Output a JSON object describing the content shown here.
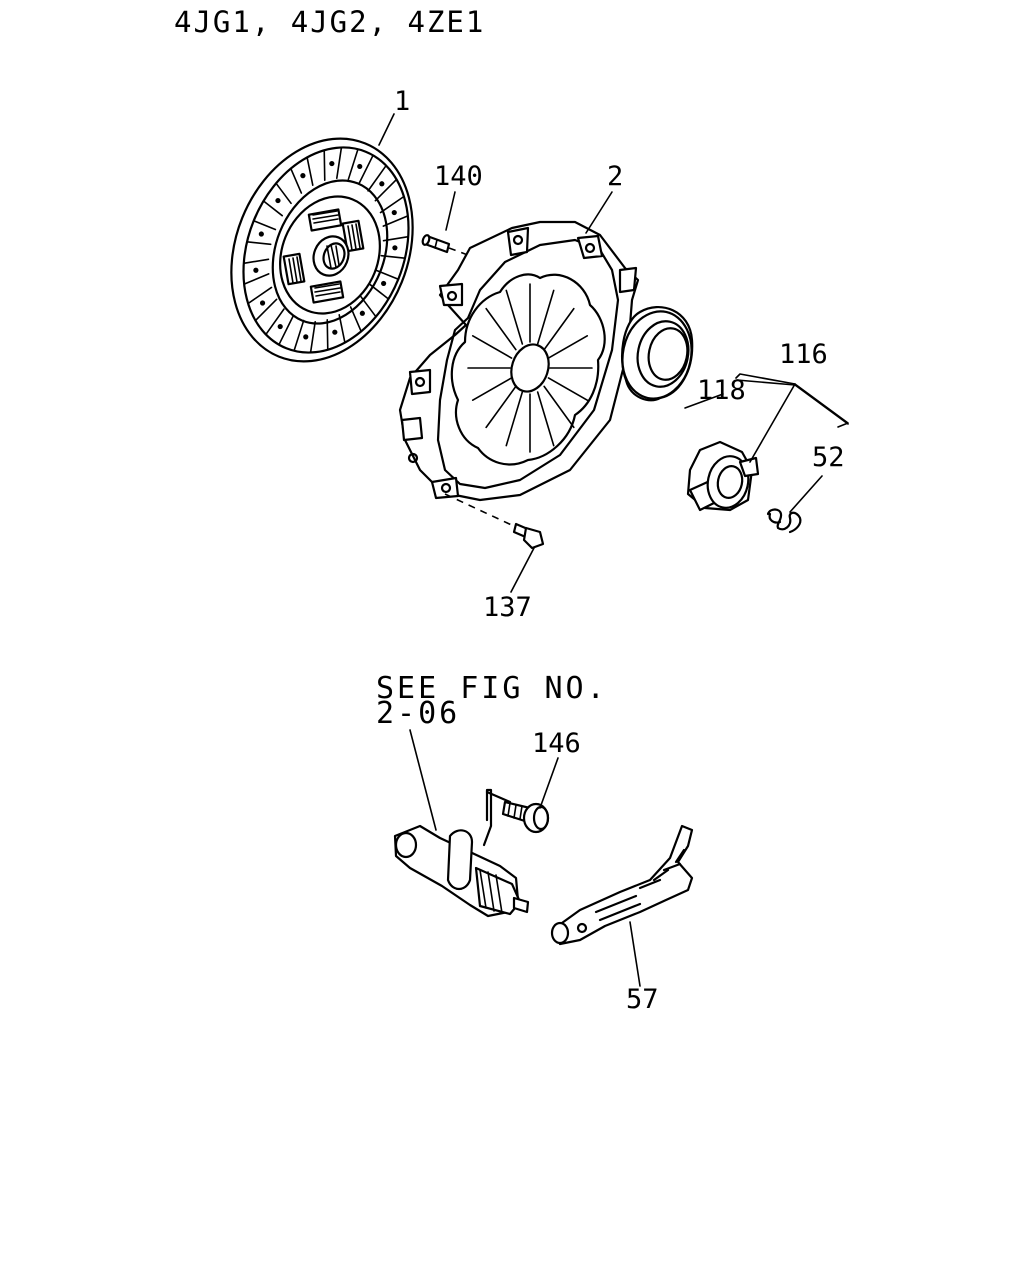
{
  "header": {
    "title": "4JG1, 4JG2, 4ZE1"
  },
  "reference": {
    "line1": "SEE FIG NO.",
    "line2": "2-06"
  },
  "callouts": {
    "p1": "1",
    "p2": "2",
    "p140": "140",
    "p116": "116",
    "p118": "118",
    "p52": "52",
    "p137": "137",
    "p146": "146",
    "p57": "57"
  }
}
